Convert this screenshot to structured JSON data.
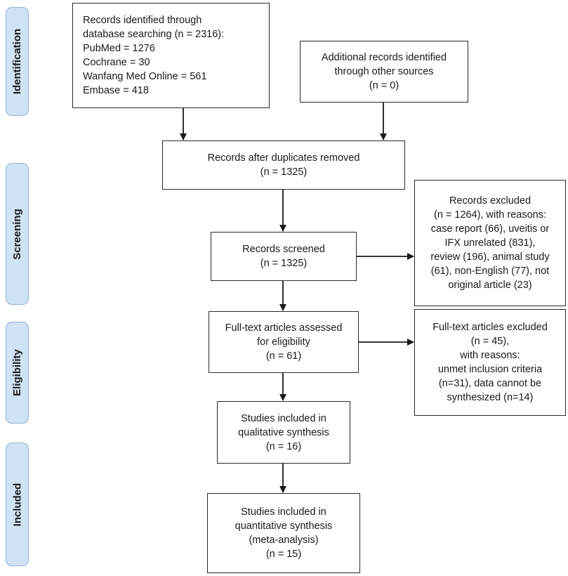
{
  "phases": {
    "identification": "Identification",
    "screening": "Screening",
    "eligibility": "Eligibility",
    "included": "Included"
  },
  "boxes": {
    "database_search": [
      "Records identified through",
      "database searching (n = 2316):",
      "PubMed = 1276",
      "Cochrane = 30",
      "Wanfang Med Online = 561",
      "Embase = 418"
    ],
    "other_sources": [
      "Additional records identified",
      "through other sources",
      "(n = 0)"
    ],
    "duplicates_removed": [
      "Records after duplicates removed",
      "(n = 1325)"
    ],
    "screened": [
      "Records screened",
      "(n = 1325)"
    ],
    "excluded_records": [
      "Records excluded",
      "(n = 1264), with reasons:",
      "case report (66), uveitis or",
      "IFX unrelated (831),",
      "review (196), animal study",
      "(61), non-English (77), not",
      "original article (23)"
    ],
    "full_text_assessed": [
      "Full-text articles assessed",
      "for eligibility",
      "(n = 61)"
    ],
    "full_text_excluded": [
      "Full-text articles excluded",
      "(n = 45),",
      "with reasons:",
      "unmet inclusion criteria",
      "(n=31), data cannot be",
      "synthesized (n=14)"
    ],
    "qualitative": [
      "Studies included in",
      "qualitative synthesis",
      "(n = 16)"
    ],
    "quantitative": [
      "Studies included in",
      "quantitative synthesis",
      "(meta-analysis)",
      "(n = 15)"
    ]
  }
}
